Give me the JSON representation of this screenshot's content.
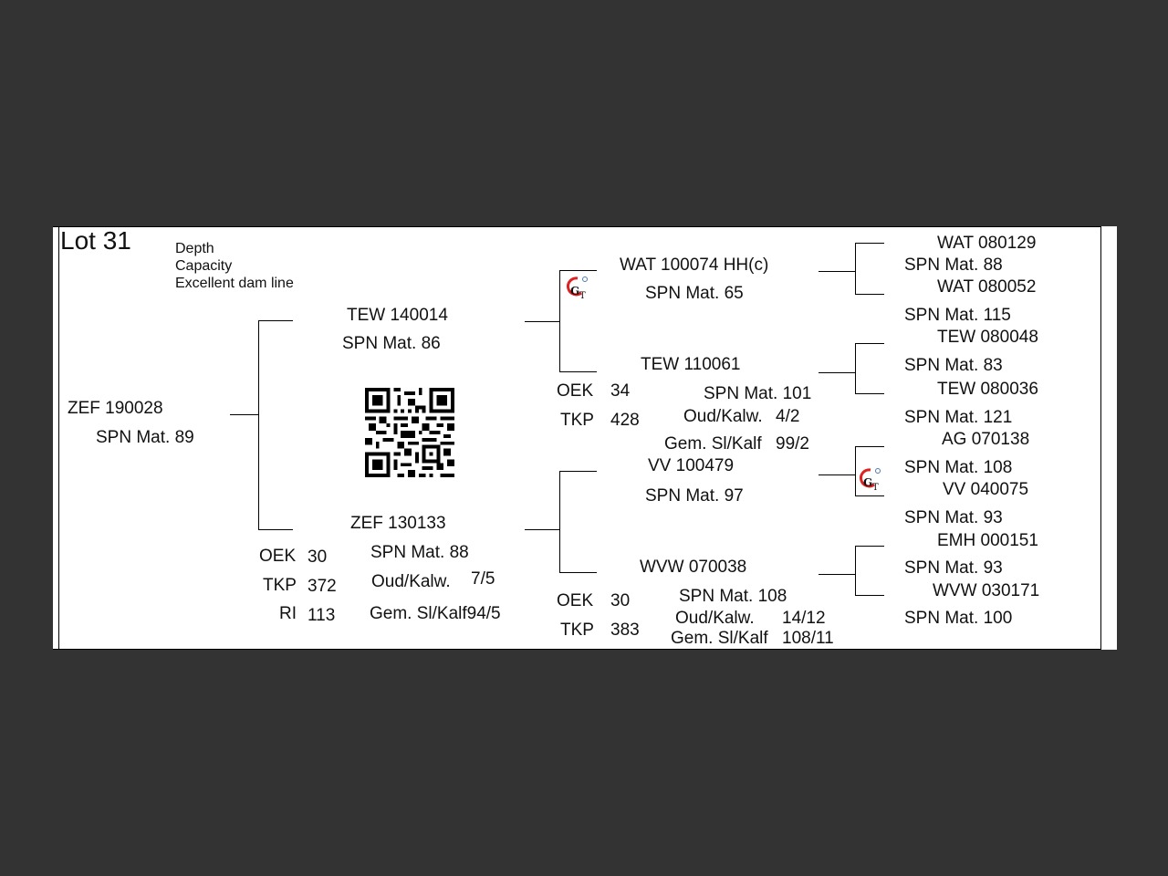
{
  "lot": "Lot 31",
  "traits": [
    "Depth",
    "Capacity",
    "Excellent dam line"
  ],
  "subject": {
    "id": "ZEF 190028",
    "mat": "SPN Mat. 89"
  },
  "sire": {
    "id": "TEW 140014",
    "mat": "SPN Mat. 86"
  },
  "dam": {
    "id": "ZEF 130133",
    "mat": "SPN Mat. 88",
    "stats": {
      "oek_label": "OEK",
      "oek": "30",
      "tkp_label": "TKP",
      "tkp": "372",
      "ri_label": "RI",
      "ri": "113"
    },
    "oud_kalw_label": "Oud/Kalw.",
    "oud_kalw": "7/5",
    "gem_label": "Gem. Sl/Kalf94/5"
  },
  "sire_sire": {
    "id": "WAT 100074  HH(c)",
    "mat": "SPN Mat. 65"
  },
  "sire_dam": {
    "id": "TEW 110061",
    "mat": "SPN Mat. 101",
    "oek_label": "OEK",
    "oek": "34",
    "tkp_label": "TKP",
    "tkp": "428",
    "oud_kalw_label": "Oud/Kalw.",
    "oud_kalw": "4/2",
    "gem_label": "Gem. Sl/Kalf",
    "gem": "99/2"
  },
  "dam_sire": {
    "id": "VV  100479",
    "mat": "SPN Mat. 97"
  },
  "dam_dam": {
    "id": "WVW 070038",
    "mat": "SPN Mat. 108",
    "oek_label": "OEK",
    "oek": "30",
    "tkp_label": "TKP",
    "tkp": "383",
    "oud_kalw_label": "Oud/Kalw.",
    "oud_kalw": "14/12",
    "gem_label": "Gem. Sl/Kalf",
    "gem": "108/11"
  },
  "gen3": [
    {
      "id": "WAT 080129",
      "mat": "SPN Mat. 88"
    },
    {
      "id": "WAT 080052",
      "mat": "SPN Mat. 115"
    },
    {
      "id": "TEW 080048",
      "mat": "SPN Mat. 83"
    },
    {
      "id": "TEW 080036",
      "mat": "SPN Mat. 121"
    },
    {
      "id": "AG  070138",
      "mat": "SPN Mat. 108"
    },
    {
      "id": "VV  040075",
      "mat": "SPN Mat. 93"
    },
    {
      "id": "EMH 000151",
      "mat": "SPN Mat. 93"
    },
    {
      "id": "WVW 030171",
      "mat": "SPN Mat. 100"
    }
  ],
  "logo_text": "GT",
  "qr_name": "qr-code"
}
